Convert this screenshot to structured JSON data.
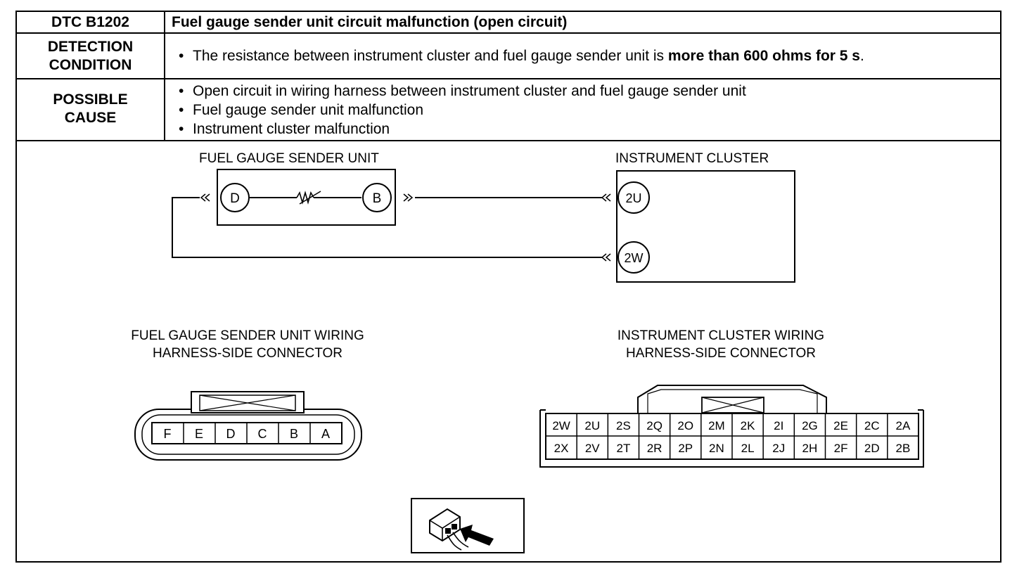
{
  "dtc": {
    "code": "DTC B1202",
    "title": "Fuel gauge sender unit circuit malfunction (open circuit)"
  },
  "detection": {
    "label_1": "DETECTION",
    "label_2": "CONDITION",
    "text_pre": "The resistance between instrument cluster and fuel gauge sender unit is ",
    "text_bold": "more than 600 ohms for 5 s",
    "text_post": "."
  },
  "possible": {
    "label_1": "POSSIBLE",
    "label_2": "CAUSE",
    "items": [
      "Open circuit in wiring harness between instrument cluster and fuel gauge sender unit",
      "Fuel gauge sender unit malfunction",
      "Instrument cluster malfunction"
    ]
  },
  "diagram": {
    "sender_title": "FUEL GAUGE SENDER UNIT",
    "cluster_title": "INSTRUMENT CLUSTER",
    "sender_terminals": [
      "D",
      "B"
    ],
    "cluster_terminals": [
      "2U",
      "2W"
    ]
  },
  "connectors": {
    "sender_title_1": "FUEL GAUGE SENDER UNIT WIRING",
    "sender_title_2": "HARNESS-SIDE CONNECTOR",
    "sender_pins": [
      "F",
      "E",
      "D",
      "C",
      "B",
      "A"
    ],
    "cluster_title_1": "INSTRUMENT CLUSTER WIRING",
    "cluster_title_2": "HARNESS-SIDE  CONNECTOR",
    "cluster_row_1": [
      "2W",
      "2U",
      "2S",
      "2Q",
      "2O",
      "2M",
      "2K",
      "2I",
      "2G",
      "2E",
      "2C",
      "2A"
    ],
    "cluster_row_2": [
      "2X",
      "2V",
      "2T",
      "2R",
      "2P",
      "2N",
      "2L",
      "2J",
      "2H",
      "2F",
      "2D",
      "2B"
    ]
  }
}
